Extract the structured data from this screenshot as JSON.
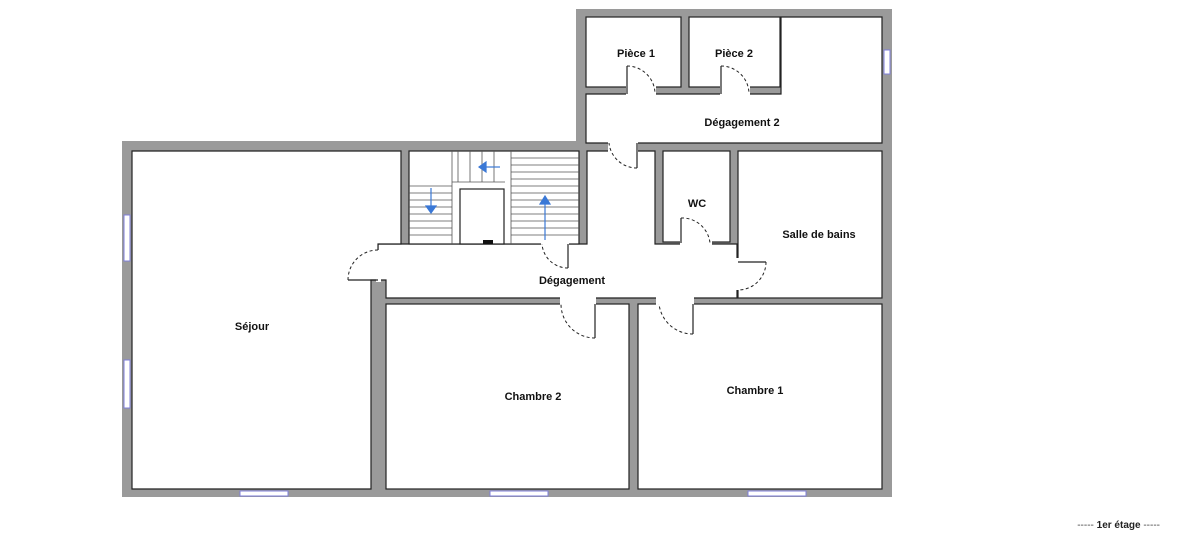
{
  "plan": {
    "rooms": {
      "piece1": "Pièce 1",
      "piece2": "Pièce 2",
      "degagement2": "Dégagement 2",
      "wc": "WC",
      "salle_de_bains": "Salle de bains",
      "degagement": "Dégagement",
      "sejour": "Séjour",
      "chambre2": "Chambre 2",
      "chambre1": "Chambre 1"
    },
    "level": {
      "dash_left": "-----",
      "label": "1er étage",
      "dash_right": "-----"
    },
    "colors": {
      "walls": "#9a9a9a",
      "outline": "#222222",
      "windows": "#7f7fd9",
      "stair_arrows": "#3a78d6"
    }
  }
}
